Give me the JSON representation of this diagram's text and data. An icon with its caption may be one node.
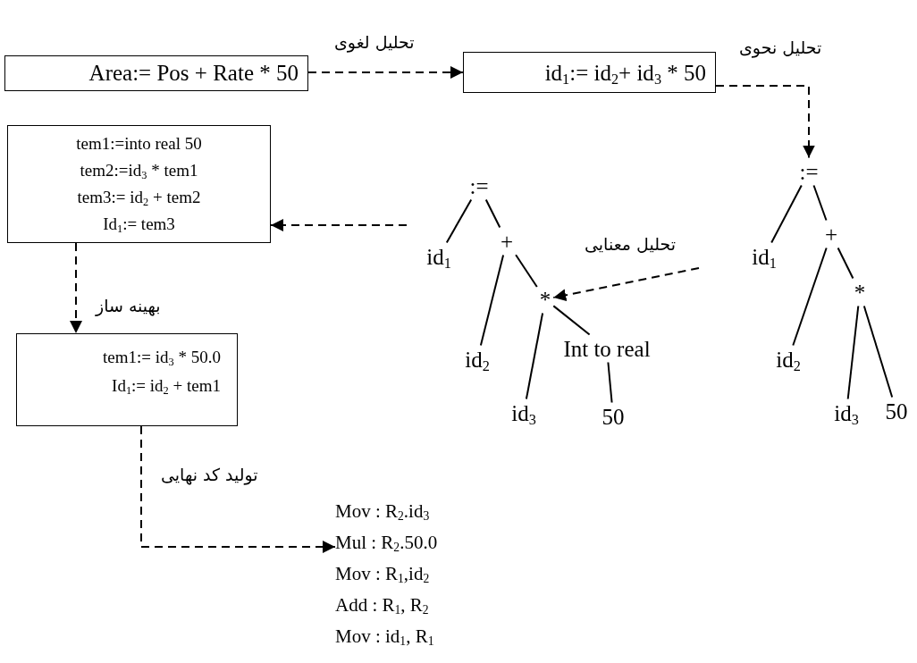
{
  "diagram": {
    "nodes": [
      {
        "text": [
          "Area:= Pos + Rate * 50"
        ]
      },
      {
        "text": [
          "id$_{1}$:= id$_{2}$+ id$_{3}$ * 50"
        ]
      },
      {
        "text": [
          ":="
        ]
      },
      {
        "text": [
          "id$_{1}$"
        ]
      },
      {
        "text": [
          "+"
        ]
      },
      {
        "text": [
          "id$_{2}$"
        ]
      },
      {
        "text": [
          "*"
        ]
      },
      {
        "text": [
          "id$_{3}$"
        ]
      },
      {
        "text": [
          "50"
        ]
      },
      {
        "text": [
          ":="
        ]
      },
      {
        "text": [
          "id$_{1}$"
        ]
      },
      {
        "text": [
          "+"
        ]
      },
      {
        "text": [
          "id$_{2}$"
        ]
      },
      {
        "text": [
          "*"
        ]
      },
      {
        "text": [
          "id$_{3}$"
        ]
      },
      {
        "text": [
          "Int to real"
        ]
      },
      {
        "text": [
          "50"
        ]
      },
      {
        "text": [
          "tem1:=into real 50",
          "tem2:=id$_{3}$ * tem1",
          "tem3:= id$_{2}$ + tem2",
          "Id$_{1}$:= tem3"
        ]
      },
      {
        "text": [
          "tem1:= id$_{3}$ * 50.0",
          "Id$_{1}$:= id$_{2}$ + tem1"
        ]
      },
      {
        "text": [
          "Mov : R$_{2}$.id$_{3}$",
          "Mul : R$_{2}$.50.0",
          "Mov : R$_{1}$,id$_{2}$",
          "Add : R$_{1}$, R$_{2}$",
          "Mov : id$_{1}$, R$_{1}$"
        ]
      }
    ],
    "edges": [
      {
        "from": 0,
        "to": 1,
        "arrow": "to",
        "style": "dashed",
        "label": "تحلیل لغوی"
      },
      {
        "from": 1,
        "to": 2,
        "arrow": "to",
        "style": "dashed",
        "label": "تحلیل نحوی"
      },
      {
        "from": 2,
        "to": 3,
        "arrow": "none"
      },
      {
        "from": 2,
        "to": 4,
        "arrow": "none"
      },
      {
        "from": 4,
        "to": 5,
        "arrow": "none"
      },
      {
        "from": 4,
        "to": 6,
        "arrow": "none"
      },
      {
        "from": 6,
        "to": 7,
        "arrow": "none"
      },
      {
        "from": 6,
        "to": 8,
        "arrow": "none"
      },
      {
        "from": null,
        "to": 13,
        "arrow": "to",
        "style": "dashed",
        "label": "تحلیل معنایی"
      },
      {
        "from": 9,
        "to": 10,
        "arrow": "none"
      },
      {
        "from": 9,
        "to": 11,
        "arrow": "none"
      },
      {
        "from": 11,
        "to": 12,
        "arrow": "none"
      },
      {
        "from": 11,
        "to": 13,
        "arrow": "none"
      },
      {
        "from": 13,
        "to": 14,
        "arrow": "none"
      },
      {
        "from": 13,
        "to": 15,
        "arrow": "none"
      },
      {
        "from": 15,
        "to": 16,
        "arrow": "none"
      },
      {
        "from": null,
        "to": 17,
        "arrow": "to",
        "style": "dashed"
      },
      {
        "from": 17,
        "to": 18,
        "arrow": "to",
        "style": "dashed",
        "label": "بهینه ساز"
      },
      {
        "from": 18,
        "to": 19,
        "arrow": "to",
        "style": "dashed",
        "label": "تولید کد نهایی"
      }
    ]
  }
}
